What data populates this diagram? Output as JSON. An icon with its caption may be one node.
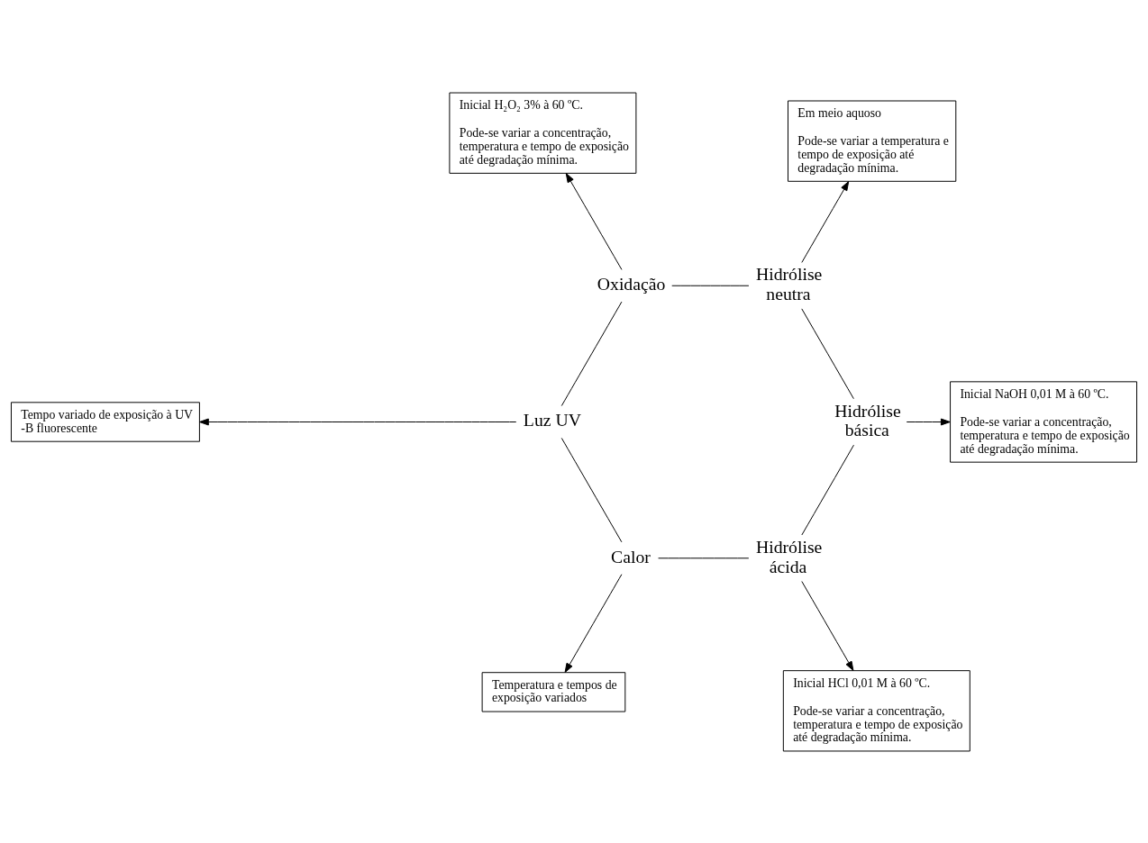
{
  "diagram": {
    "nodes": [
      {
        "text": [
          "Tempo variado de exposição à UV -B fluorescente"
        ]
      },
      {
        "text": [
          "Temperatura e tempos de exposição variados"
        ]
      },
      {
        "text": [
          "Luz UV"
        ]
      },
      {
        "text": [
          "Inicial H₂O₂ 3% à 60 ºC.",
          "Pode-se variar a concentração, temperatura e tempo de exposição até degradação mínima."
        ]
      },
      {
        "text": [
          "Calor"
        ]
      },
      {
        "text": [
          "Oxidação"
        ]
      },
      {
        "text": [
          "Inicial HCl 0,01 M à 60 ºC.",
          "Pode-se variar a concentração, temperatura e tempo de exposição até degradação mínima."
        ]
      },
      {
        "text": [
          "Hidrólise ácida"
        ]
      },
      {
        "text": [
          "Hidrólise neutra"
        ]
      },
      {
        "text": [
          "Hidrólise básica"
        ]
      },
      {
        "text": [
          "Inicial NaOH 0,01 M à 60 ºC.",
          "Pode-se variar a concentração, temperatura e tempo de exposição até degradação mínima."
        ]
      },
      {
        "text": [
          "Em meio aquoso",
          "Pode-se variar a temperatura e tempo de exposição até degradação mínima."
        ]
      }
    ],
    "edges": [
      {
        "from": 2,
        "to": 5,
        "arrow": "none"
      },
      {
        "from": 5,
        "to": 8,
        "arrow": "none"
      },
      {
        "from": 8,
        "to": 9,
        "arrow": "none"
      },
      {
        "from": 9,
        "to": 7,
        "arrow": "none"
      },
      {
        "from": 7,
        "to": 4,
        "arrow": "none"
      },
      {
        "from": 4,
        "to": 2,
        "arrow": "none"
      },
      {
        "from": 2,
        "to": 0,
        "arrow": "to"
      },
      {
        "from": 4,
        "to": 1,
        "arrow": "to"
      },
      {
        "from": 5,
        "to": 3,
        "arrow": "to"
      },
      {
        "from": 7,
        "to": 6,
        "arrow": "to"
      },
      {
        "from": 8,
        "to": 11,
        "arrow": "to"
      },
      {
        "from": 9,
        "to": 10,
        "arrow": "to"
      }
    ]
  }
}
